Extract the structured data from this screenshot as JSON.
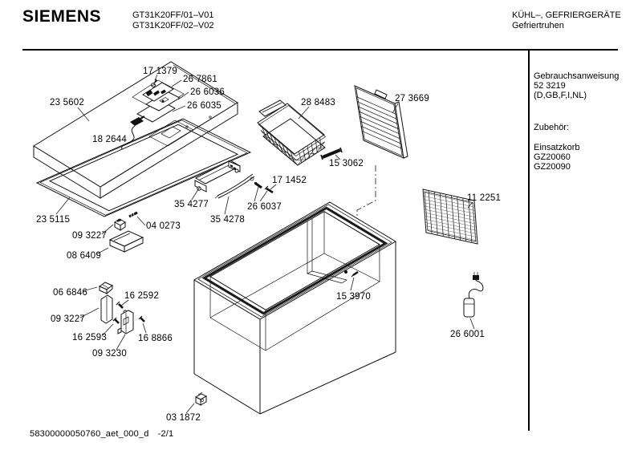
{
  "header": {
    "brand": "SIEMENS",
    "models": [
      "GT31K20FF/01–V01",
      "GT31K20FF/02–V02"
    ],
    "category": "KÜHL–, GEFRIERGERÄTE",
    "subcategory": "Gefriertruhen"
  },
  "sidebar": {
    "manual_title": "Gebrauchsanweisung",
    "manual_number": "52 3219",
    "manual_languages": "(D,GB,F,I,NL)",
    "accessories_heading": "Zubehör:",
    "accessory_name": "Einsatzkorb",
    "accessory_code1": "GZ20060",
    "accessory_code2": "GZ20090"
  },
  "footer": {
    "document_code": "58300000050760_aet_000_d",
    "sheet_number": "-2/1"
  },
  "parts": [
    {
      "label": "17 1379"
    },
    {
      "label": "26 7861"
    },
    {
      "label": "26 6036"
    },
    {
      "label": "26 6035"
    },
    {
      "label": "23 5602"
    },
    {
      "label": "18 2644"
    },
    {
      "label": "28 8483"
    },
    {
      "label": "27 3669"
    },
    {
      "label": "15 3062"
    },
    {
      "label": "17 1452"
    },
    {
      "label": "35 4277"
    },
    {
      "label": "26 6037"
    },
    {
      "label": "35 4278"
    },
    {
      "label": "23 5115"
    },
    {
      "label": "04 0273"
    },
    {
      "label": "09 3227"
    },
    {
      "label": "08 6409"
    },
    {
      "label": "06 6846"
    },
    {
      "label": "16 2592"
    },
    {
      "label": "09 3227"
    },
    {
      "label": "16 2593"
    },
    {
      "label": "16 8866"
    },
    {
      "label": "09 3230"
    },
    {
      "label": "15 3970"
    },
    {
      "label": "11 2251"
    },
    {
      "label": "26 6001"
    },
    {
      "label": "03 1872"
    }
  ]
}
